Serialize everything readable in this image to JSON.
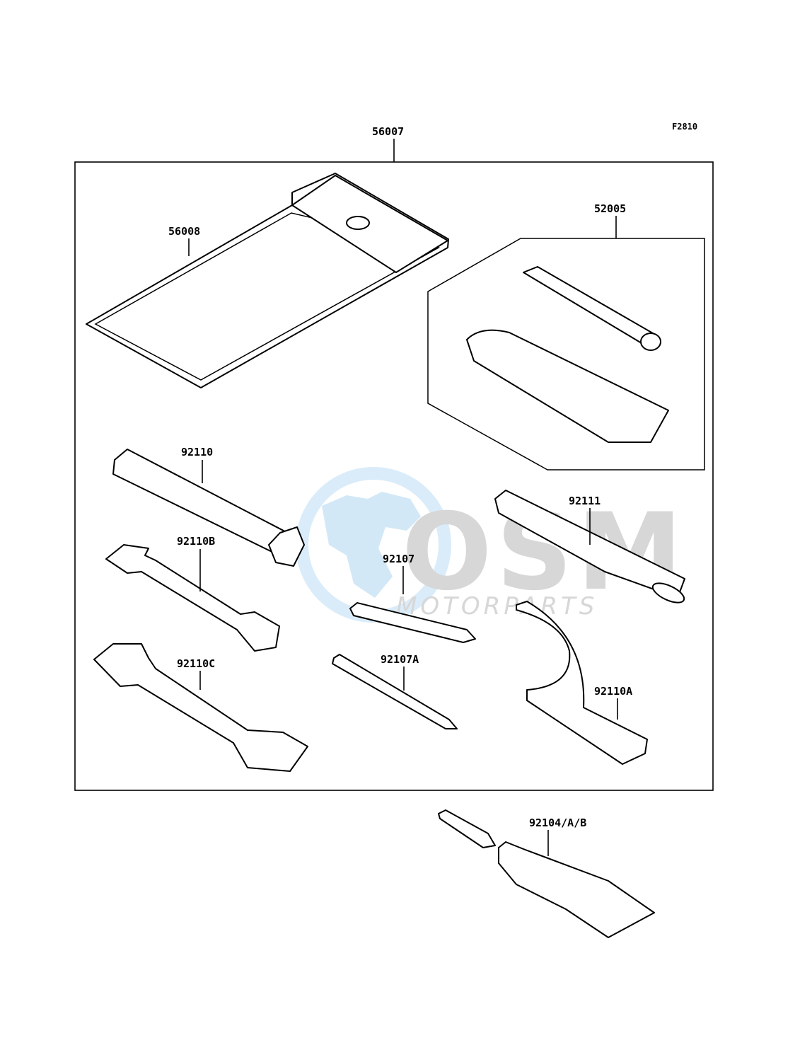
{
  "figure_code": "F2810",
  "watermark": {
    "brand": "OSM",
    "sub": "MOTORPARTS",
    "colors": {
      "globe": "#cfe6f7",
      "text": "#d9d9d9"
    }
  },
  "kit_label": "56007",
  "parts": {
    "pouch": "56008",
    "repair_kit": "52005",
    "plug_wrench": "92110",
    "wrench_b": "92110B",
    "wrench_c": "92110C",
    "screwdriver": "92107",
    "screwdriver_a": "92107A",
    "handle": "92111",
    "hook_wrench": "92110A",
    "sealant": "92104/A/B"
  }
}
